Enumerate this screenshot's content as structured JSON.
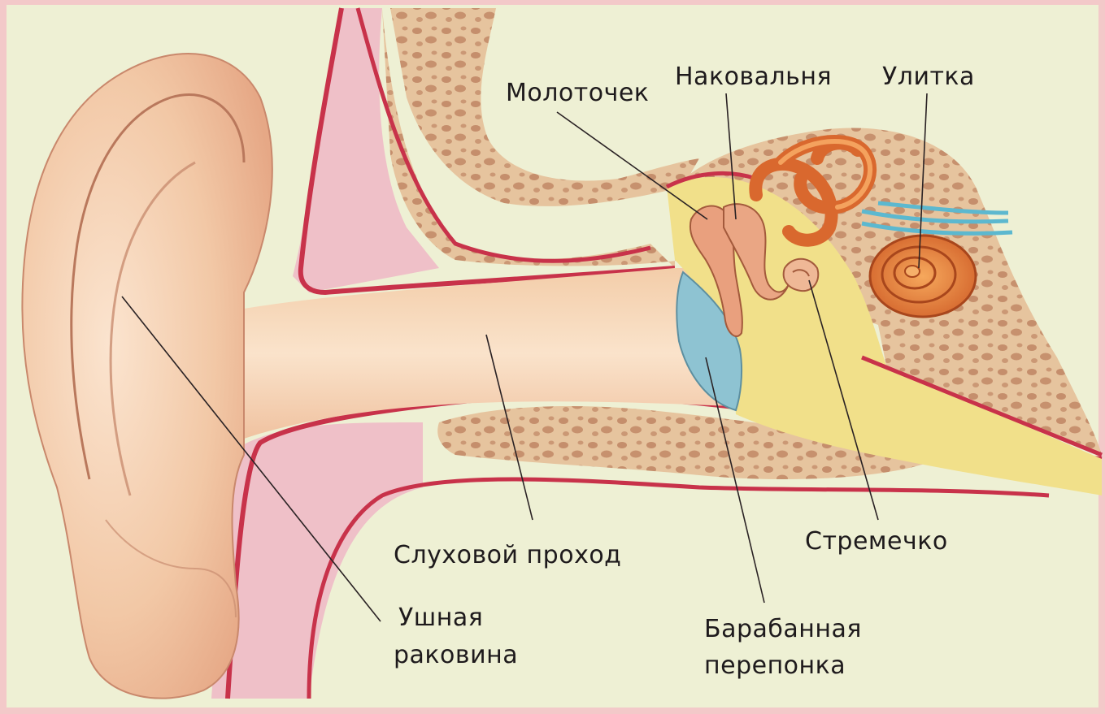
{
  "labels": {
    "malleus": "Молоточек",
    "incus": "Наковальня",
    "cochlea": "Улитка",
    "ear_canal": "Слуховой проход",
    "stapes": "Стремечко",
    "auricle_line1": "Ушная",
    "auricle_line2": "раковина",
    "eardrum_line1": "Барабанная",
    "eardrum_line2": "перепонка"
  },
  "colors": {
    "background": "#eef0d4",
    "border": "#f3c9c9",
    "skin": "#f2c8a6",
    "skin_dark": "#e2a582",
    "bone": "#e3c09a",
    "bone_spot": "#b97c5a",
    "canal_wall": "#c8324a",
    "tissue_pink": "#efc0c8",
    "eardrum": "#8ec3d2",
    "middle_ear": "#f1e08a",
    "cochlea": "#e07a35",
    "nerve": "#5cb8cf",
    "ink": "#1e1a1c"
  }
}
